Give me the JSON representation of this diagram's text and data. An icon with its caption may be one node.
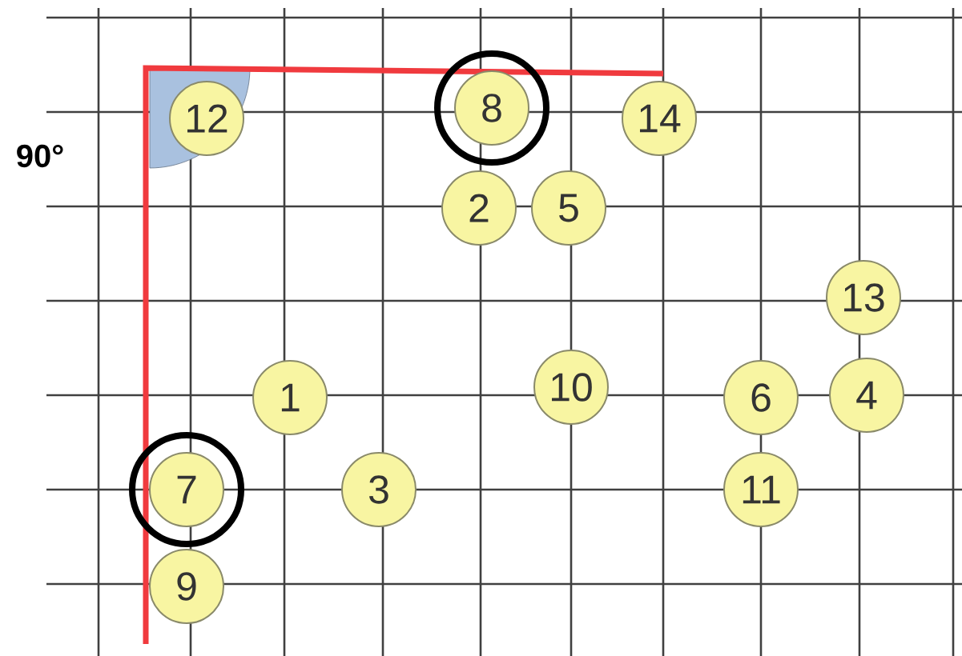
{
  "diagram": {
    "nodes": [
      {
        "text": [
          "12"
        ]
      },
      {
        "text": [
          "8"
        ]
      },
      {
        "text": [
          "14"
        ]
      },
      {
        "text": [
          "2"
        ]
      },
      {
        "text": [
          "5"
        ]
      },
      {
        "text": [
          "13"
        ]
      },
      {
        "text": [
          "10"
        ]
      },
      {
        "text": [
          "1"
        ]
      },
      {
        "text": [
          "6"
        ]
      },
      {
        "text": [
          "4"
        ]
      },
      {
        "text": [
          "7"
        ]
      },
      {
        "text": [
          "3"
        ]
      },
      {
        "text": [
          "11"
        ]
      },
      {
        "text": [
          "9"
        ]
      }
    ],
    "labels": [
      "90°"
    ]
  }
}
